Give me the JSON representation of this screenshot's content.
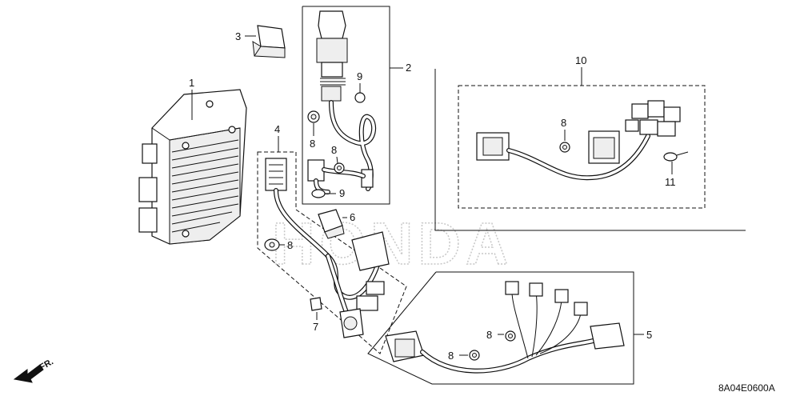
{
  "callouts": {
    "c1": "1",
    "c2": "2",
    "c3": "3",
    "c4": "4",
    "c5": "5",
    "c6": "6",
    "c7": "7",
    "c8a": "8",
    "c8b": "8",
    "c8c": "8",
    "c8d": "8",
    "c8e": "8",
    "c8f": "8",
    "c9a": "9",
    "c9b": "9",
    "c10": "10",
    "c11": "11"
  },
  "direction_label": "FR.",
  "diagram_code": "8A04E0600A",
  "watermark": "HONDA"
}
